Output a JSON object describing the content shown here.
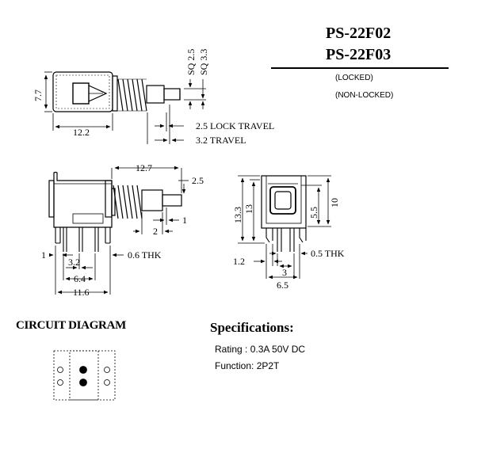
{
  "models": [
    "PS-22F02",
    "PS-22F03"
  ],
  "variant_tags": [
    "(LOCKED)",
    "(NON-LOCKED)"
  ],
  "top_view": {
    "height_label": "7.7",
    "width_label": "12.2",
    "sq_labels": [
      "SQ 2.5",
      "SQ 3.3"
    ],
    "lock_travel": "2.5 LOCK TRAVEL",
    "travel": "3.2 TRAVEL"
  },
  "side_view": {
    "length_label": "12.7",
    "shaft_label": "2.5",
    "tip_label": "1",
    "offset_label": "2",
    "pin_label_left": "1",
    "pitch_label": "3.2",
    "thk_label": "0.6 THK",
    "span_label": "6.4",
    "overall_label": "11.6"
  },
  "front_view": {
    "h_outer": "13.3",
    "h_inner": "13",
    "h_body": "5.5",
    "h_right": "10",
    "pin_w": "1.2",
    "pitch": "3",
    "thk": "0.5 THK",
    "span": "6.5"
  },
  "circuit": {
    "title": "CIRCUIT DIAGRAM"
  },
  "specs": {
    "title": "Specifications:",
    "rating": "Rating : 0.3A 50V DC",
    "function": "Function: 2P2T"
  }
}
